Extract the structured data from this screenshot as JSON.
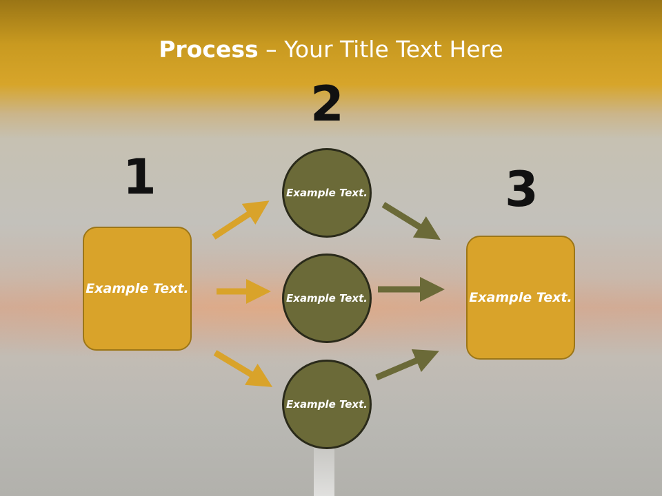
{
  "title": {
    "bold": "Process",
    "rest": " – Your Title Text Here"
  },
  "steps": {
    "one": "1",
    "two": "2",
    "three": "3"
  },
  "left_box": "Example Text.",
  "right_box": "Example Text.",
  "circles": [
    "Example Text.",
    "Example Text.",
    "Example Text."
  ],
  "colors": {
    "box": "#d9a32a",
    "circle": "#6b6a38",
    "left_arrows": "#d9a32a",
    "right_arrows": "#6b6a38"
  }
}
